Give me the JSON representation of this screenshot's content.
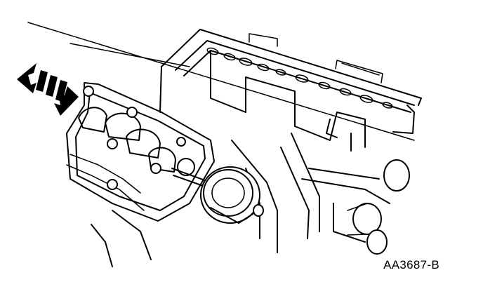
{
  "figure": {
    "code": "AA3687-B"
  },
  "illustration": {
    "subject": "dial-indicator-on-bearing-cap",
    "motion_indicator": "double-arrow"
  }
}
